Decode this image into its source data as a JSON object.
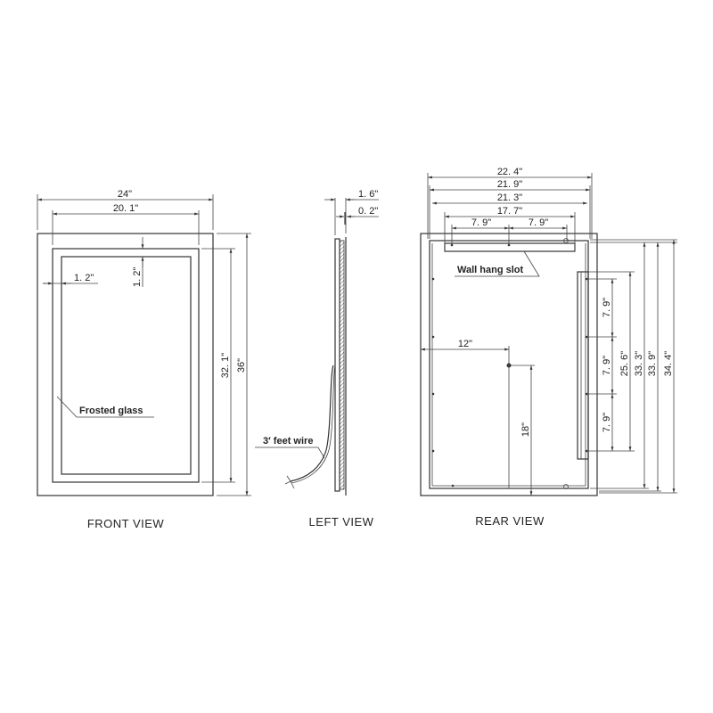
{
  "front_view": {
    "title": "FRONT VIEW",
    "width_outer": "24\"",
    "width_inner": "20. 1\"",
    "border_h": "1. 2\"",
    "border_v": "1. 2\"",
    "height_inner": "32. 1\"",
    "height_outer": "36\"",
    "callout": "Frosted glass"
  },
  "left_view": {
    "title": "LEFT VIEW",
    "depth_total": "1. 6\"",
    "depth_glass": "0. 2\"",
    "callout": "3′ feet wire"
  },
  "rear_view": {
    "title": "REAR VIEW",
    "w1": "22. 4\"",
    "w2": "21. 9\"",
    "w3": "21. 3\"",
    "slot_length": "17. 7\"",
    "slot_seg1": "7. 9\"",
    "slot_seg2": "7. 9\"",
    "callout": "Wall hang slot",
    "center_offset": "12\"",
    "rod_height": "18\"",
    "v_seg1": "7. 9\"",
    "v_seg2": "7. 9\"",
    "v_seg3": "7. 9\"",
    "h1": "25. 6\"",
    "h2": "33. 3\"",
    "h3": "33. 9\"",
    "h4": "34. 4\""
  }
}
